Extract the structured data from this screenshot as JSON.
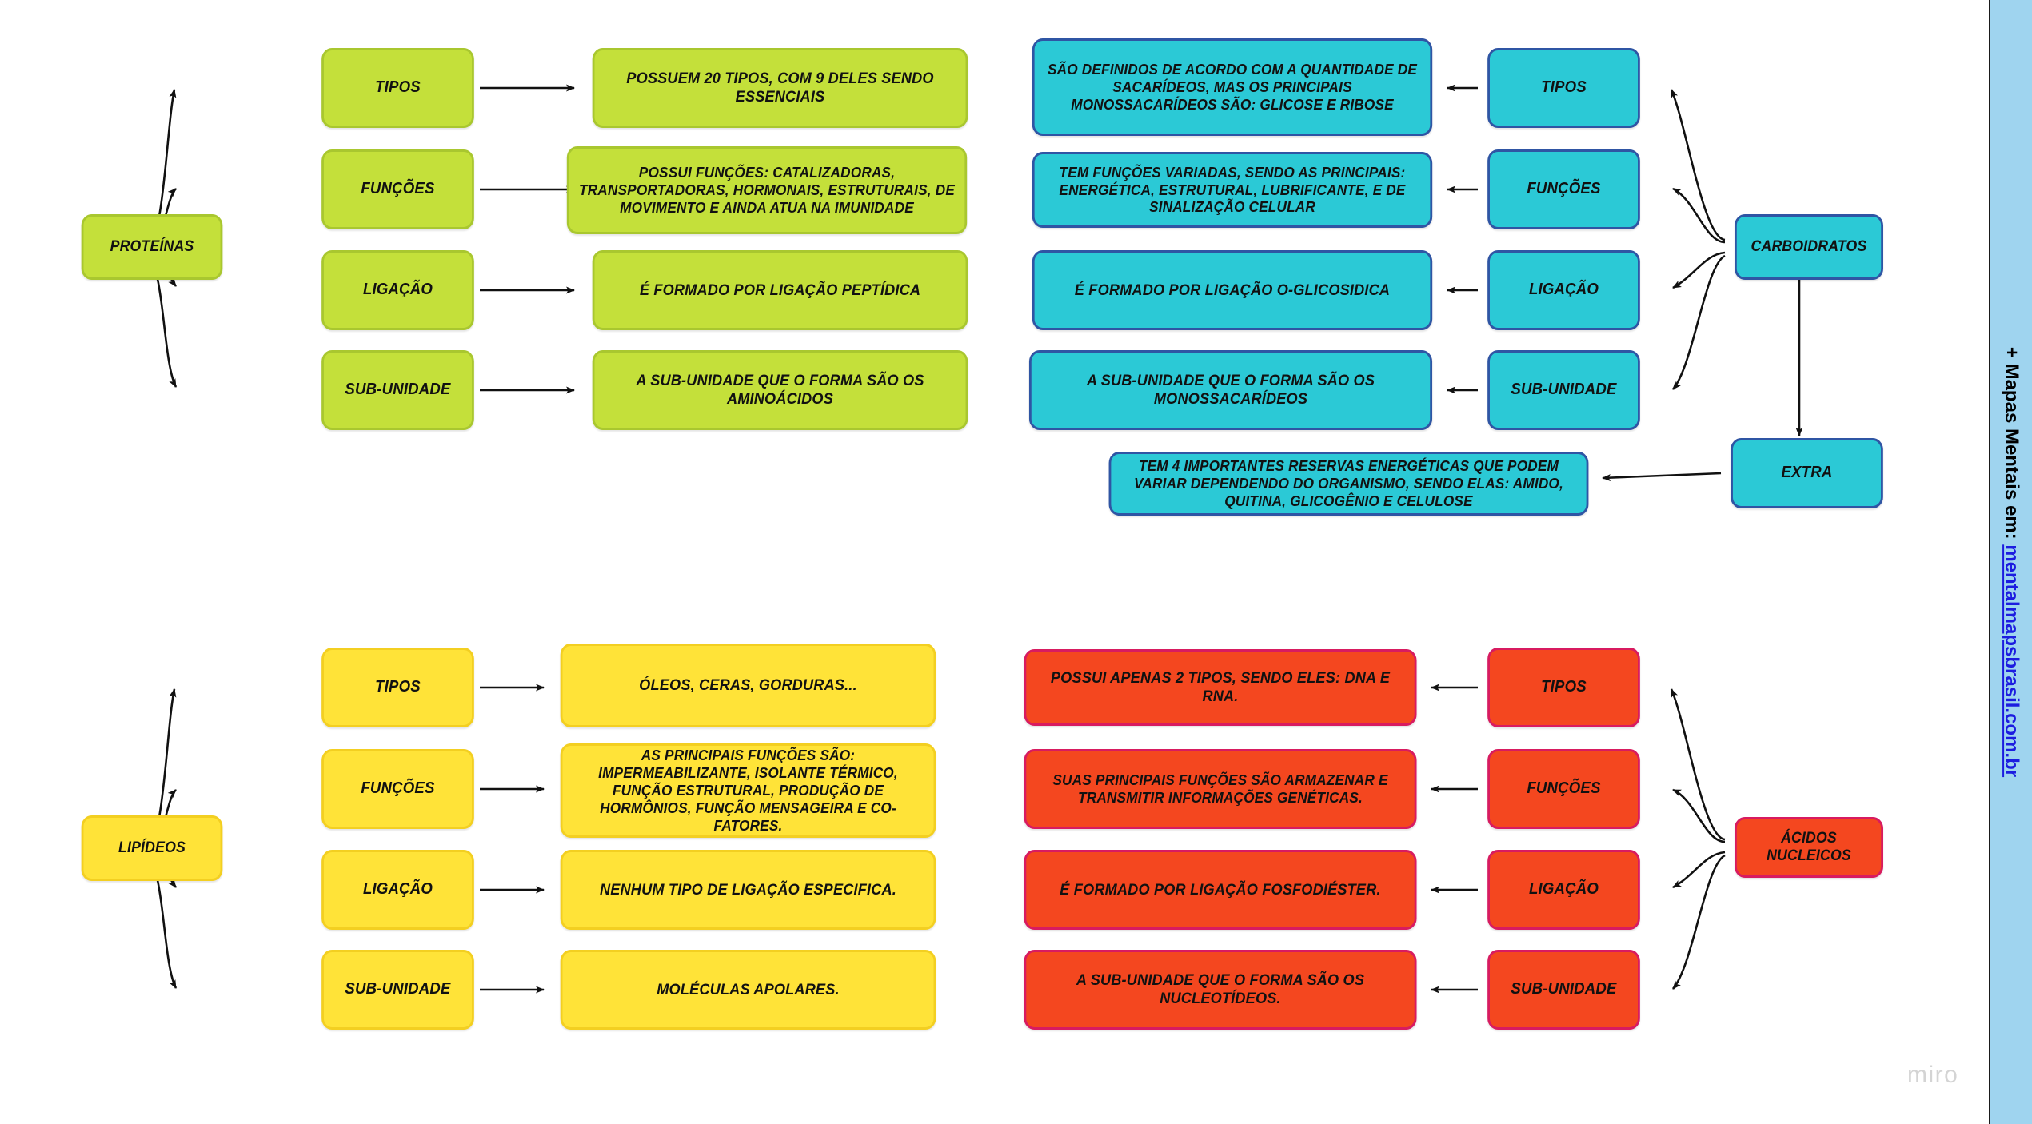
{
  "promo": {
    "prefix": "+ Mapas Mentais em: ",
    "link": "mentalmapsbrasil.com.br"
  },
  "watermark": "miro",
  "colors": {
    "green_fill": "#c4e03a",
    "green_border": "#a9c72f",
    "cyan_fill": "#2bc9d6",
    "cyan_border": "#2f55a4",
    "yellow_fill": "#ffe338",
    "yellow_border": "#f3cf21",
    "red_fill": "#f4471f",
    "red_border": "#d81b60",
    "sidebar_bg": "#9fd4ef",
    "link": "#1c1ce0",
    "arrow": "#111111",
    "background": "#ffffff"
  },
  "sections": {
    "proteins": {
      "root": "PROTEÍNAS",
      "branches": [
        {
          "label": "TIPOS",
          "detail": "POSSUEM 20 TIPOS, COM 9 DELES SENDO ESSENCIAIS"
        },
        {
          "label": "FUNÇÕES",
          "detail": "POSSUI FUNÇÕES: CATALIZADORAS, TRANSPORTADORAS, HORMONAIS, ESTRUTURAIS, DE MOVIMENTO E AINDA ATUA NA IMUNIDADE"
        },
        {
          "label": "LIGAÇÃO",
          "detail": "É FORMADO POR LIGAÇÃO PEPTÍDICA"
        },
        {
          "label": "SUB-UNIDADE",
          "detail": "A SUB-UNIDADE QUE O FORMA SÃO OS AMINOÁCIDOS"
        }
      ]
    },
    "carbohydrates": {
      "root": "CARBOIDRATOS",
      "branches": [
        {
          "label": "TIPOS",
          "detail": "SÃO DEFINIDOS DE ACORDO COM A QUANTIDADE DE SACARÍDEOS, MAS OS PRINCIPAIS MONOSSACARÍDEOS SÃO: GLICOSE E RIBOSE"
        },
        {
          "label": "FUNÇÕES",
          "detail": "TEM FUNÇÕES VARIADAS, SENDO AS PRINCIPAIS: ENERGÉTICA, ESTRUTURAL, LUBRIFICANTE, E DE SINALIZAÇÃO CELULAR"
        },
        {
          "label": "LIGAÇÃO",
          "detail": "É FORMADO POR LIGAÇÃO O-GLICOSIDICA"
        },
        {
          "label": "SUB-UNIDADE",
          "detail": "A SUB-UNIDADE QUE O FORMA SÃO OS MONOSSACARÍDEOS"
        },
        {
          "label": "EXTRA",
          "detail": "TEM 4 IMPORTANTES RESERVAS ENERGÉTICAS QUE PODEM VARIAR DEPENDENDO DO ORGANISMO, SENDO ELAS: AMIDO, QUITINA, GLICOGÊNIO E CELULOSE"
        }
      ]
    },
    "lipids": {
      "root": "LIPÍDEOS",
      "branches": [
        {
          "label": "TIPOS",
          "detail": "ÓLEOS, CERAS, GORDURAS..."
        },
        {
          "label": "FUNÇÕES",
          "detail": "AS PRINCIPAIS FUNÇÕES SÃO: IMPERMEABILIZANTE, ISOLANTE TÉRMICO, FUNÇÃO ESTRUTURAL, PRODUÇÃO DE HORMÔNIOS, FUNÇÃO MENSAGEIRA E CO-FATORES."
        },
        {
          "label": "LIGAÇÃO",
          "detail": "NENHUM TIPO DE LIGAÇÃO ESPECIFICA."
        },
        {
          "label": "SUB-UNIDADE",
          "detail": "MOLÉCULAS APOLARES."
        }
      ]
    },
    "nucleic_acids": {
      "root": "ÁCIDOS NUCLEICOS",
      "branches": [
        {
          "label": "TIPOS",
          "detail": "POSSUI APENAS 2 TIPOS, SENDO ELES: DNA E RNA."
        },
        {
          "label": "FUNÇÕES",
          "detail": "SUAS PRINCIPAIS FUNÇÕES SÃO ARMAZENAR E TRANSMITIR INFORMAÇÕES GENÉTICAS."
        },
        {
          "label": "LIGAÇÃO",
          "detail": "É FORMADO POR LIGAÇÃO FOSFODIÉSTER."
        },
        {
          "label": "SUB-UNIDADE",
          "detail": "A SUB-UNIDADE QUE O FORMA SÃO OS NUCLEOTÍDEOS."
        }
      ]
    }
  }
}
